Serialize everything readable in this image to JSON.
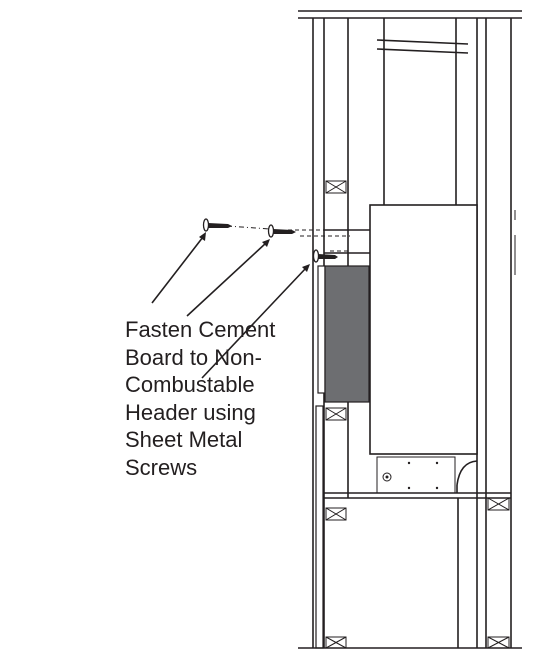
{
  "callout": {
    "lines": [
      "Fasten Cement",
      "Board to Non-",
      "Combustable",
      "Header using",
      "Sheet Metal",
      "Screws"
    ]
  },
  "colors": {
    "line": "#231f20",
    "cement_board": "#6d6e71",
    "background": "#ffffff"
  },
  "icons": [
    "screw-icon",
    "screw-icon",
    "screw-icon",
    "x-block-icon"
  ]
}
